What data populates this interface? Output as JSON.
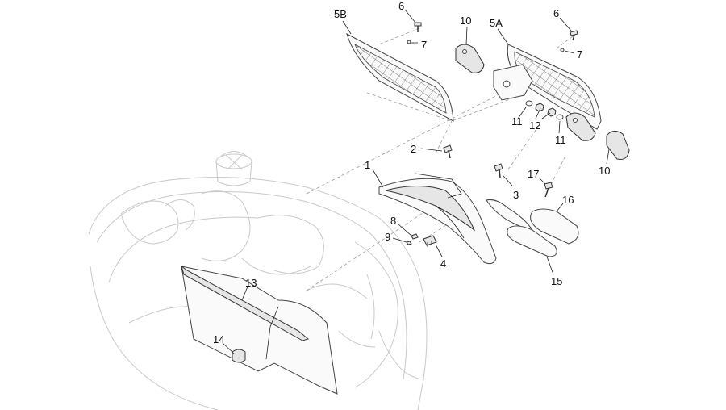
{
  "labels": {
    "l1": "1",
    "l2": "2",
    "l3": "3",
    "l4": "4",
    "l5a": "5A",
    "l5b": "5B",
    "l6a": "6",
    "l6b": "6",
    "l7a": "7",
    "l7b": "7",
    "l8": "8",
    "l9": "9",
    "l10a": "10",
    "l10b": "10",
    "l11a": "11",
    "l11b": "11",
    "l12": "12",
    "l13": "13",
    "l14": "14",
    "l15": "15",
    "l16": "16",
    "l17": "17"
  }
}
